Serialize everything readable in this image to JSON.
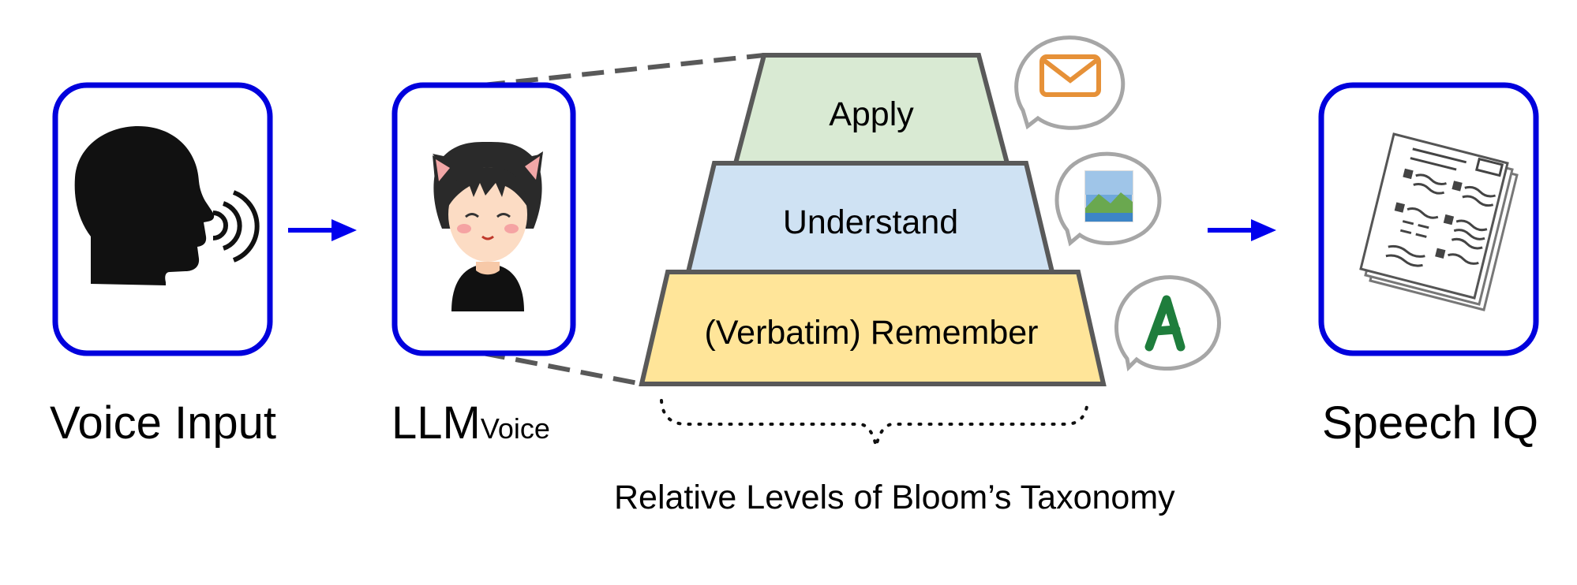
{
  "stages": {
    "voice_input": {
      "label": "Voice Input",
      "icon": "speaking-head-icon"
    },
    "llm_voice": {
      "label_main": "LLM",
      "label_sub": "Voice",
      "icon": "cat-ear-girl-avatar-icon"
    },
    "speech_iq": {
      "label": "Speech IQ",
      "icon": "test-papers-icon"
    }
  },
  "taxonomy": {
    "levels": [
      {
        "label": "Apply",
        "fill": "#d9ead3",
        "icon": "mail-speech-bubble-icon"
      },
      {
        "label": "Understand",
        "fill": "#cfe2f3",
        "icon": "picture-speech-bubble-icon"
      },
      {
        "label": "(Verbatim) Remember",
        "fill": "#ffe599",
        "icon": "letter-a-speech-bubble-icon"
      }
    ],
    "caption": "Relative Levels of Bloom’s Taxonomy"
  },
  "colors": {
    "box_border": "#0000dd",
    "arrow": "#0000ee",
    "pyramid_stroke": "#595959",
    "bubble_stroke": "#a6a6a6",
    "mail_icon": "#e69138",
    "letter_icon": "#1e7d3c"
  }
}
